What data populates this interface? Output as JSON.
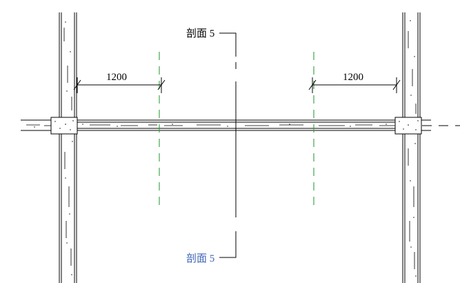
{
  "drawing": {
    "section_top": {
      "label": "剖面 5"
    },
    "section_bottom": {
      "label": "剖面 5"
    },
    "dimension_left": {
      "value": "1200"
    },
    "dimension_right": {
      "value": "1200"
    },
    "colors": {
      "line": "#000000",
      "grid_dashed": "#2e9e3a",
      "section_bottom_label": "#3a63b5"
    }
  }
}
